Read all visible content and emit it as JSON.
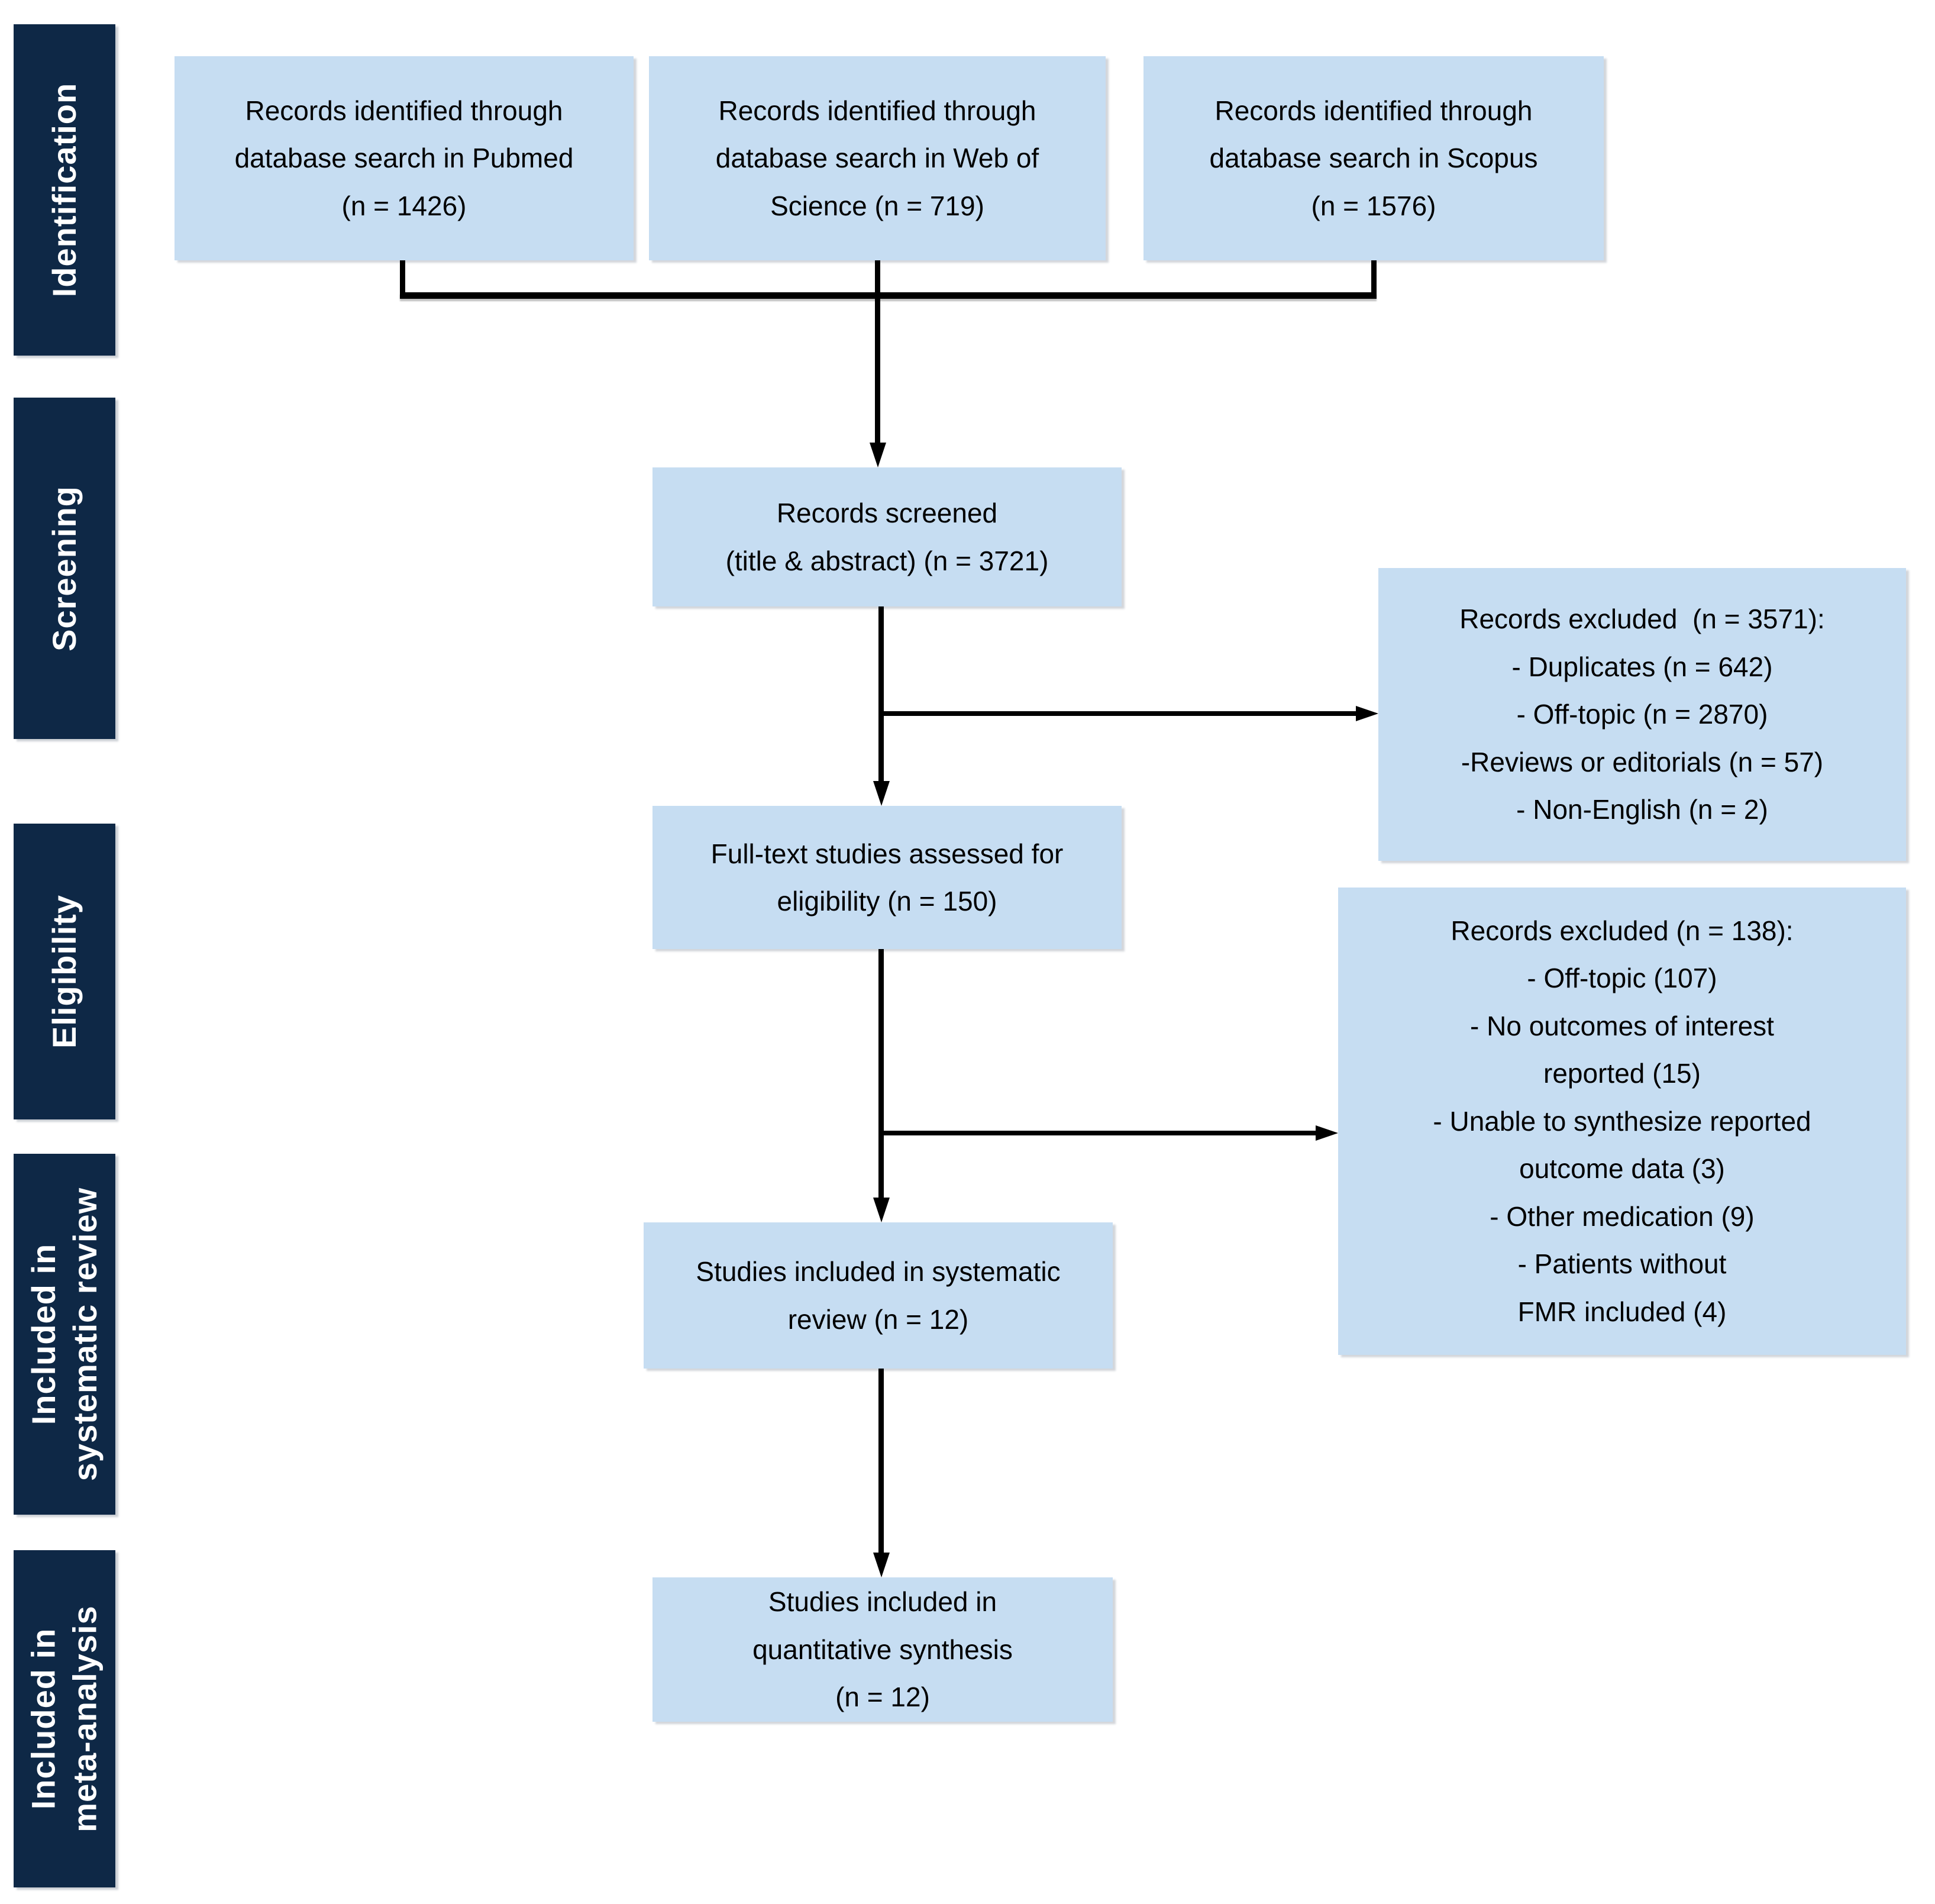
{
  "colors": {
    "stage_fill": "#0e2846",
    "stage_text": "#ffffff",
    "box_fill": "#c6ddf2",
    "box_text": "#000000",
    "line": "#000000",
    "background": "#ffffff"
  },
  "sidebar": {
    "items": [
      {
        "label": "Identification"
      },
      {
        "label": "Screening"
      },
      {
        "label": "Eligibility"
      },
      {
        "label": "Included in\nsystematic review"
      },
      {
        "label": "Included in\nmeta-analysis"
      }
    ]
  },
  "flow": {
    "identification": {
      "pubmed": "Records identified through\ndatabase search in Pubmed\n(n = 1426)",
      "web_of_science": "Records identified through\ndatabase search in Web of\nScience (n = 719)",
      "scopus": "Records identified through\ndatabase search in Scopus\n(n = 1576)"
    },
    "screening": {
      "records_screened": "Records screened\n(title & abstract) (n = 3721)"
    },
    "eligibility": {
      "full_text_assessed": "Full-text studies assessed for\neligibility (n = 150)"
    },
    "included": {
      "systematic_review": "Studies included in systematic\nreview (n = 12)",
      "meta_analysis": "Studies included in\nquantitative synthesis\n(n = 12)"
    },
    "exclusions": {
      "screening_excluded": "Records excluded  (n = 3571):\n- Duplicates (n = 642)\n- Off-topic (n = 2870)\n-Reviews or editorials (n = 57)\n- Non-English (n = 2)",
      "eligibility_excluded": "Records excluded (n = 138):\n- Off-topic (107)\n- No outcomes of interest\nreported (15)\n- Unable to synthesize reported\noutcome data (3)\n- Other medication (9)\n- Patients without\nFMR included (4)"
    }
  },
  "values": {
    "pubmed": 1426,
    "web_of_science": 719,
    "scopus": 1576,
    "records_screened": 3721,
    "screening_excluded_total": 3571,
    "duplicates": 642,
    "off_topic_screening": 2870,
    "reviews_or_editorials": 57,
    "non_english": 2,
    "full_text_assessed": 150,
    "eligibility_excluded_total": 138,
    "off_topic_full_text": 107,
    "no_outcomes_of_interest": 15,
    "unable_to_synthesize": 3,
    "other_medication": 9,
    "patients_without_fmr": 4,
    "included_systematic_review": 12,
    "included_meta_analysis": 12
  }
}
